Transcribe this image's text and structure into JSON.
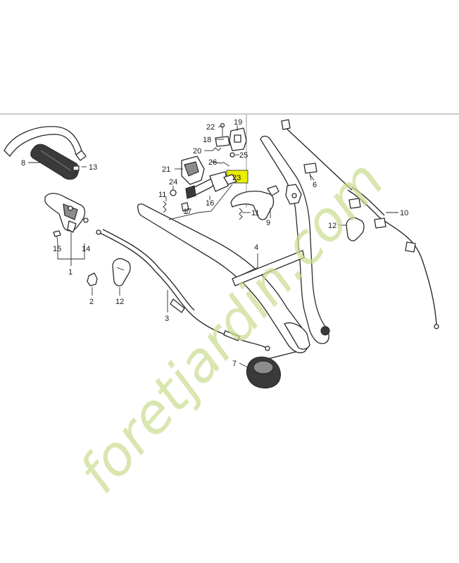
{
  "callouts": {
    "c1": "1",
    "c2": "2",
    "c3": "3",
    "c4": "4",
    "c6": "6",
    "c7": "7",
    "c8": "8",
    "c9": "9",
    "c10": "10",
    "c11a": "11",
    "c11b": "11",
    "c12a": "12",
    "c12b": "12",
    "c13": "13",
    "c14": "14",
    "c15": "15",
    "c16": "16",
    "c17": "17",
    "c18": "18",
    "c19": "19",
    "c20": "20",
    "c21": "21",
    "c22": "22",
    "c23": "23",
    "c24": "24",
    "c25": "25",
    "c26": "26"
  },
  "highlight": {
    "label": "23",
    "color": "#e8f000"
  },
  "watermark": {
    "text": "foretjardin.com",
    "color": "#c9dc8f"
  }
}
